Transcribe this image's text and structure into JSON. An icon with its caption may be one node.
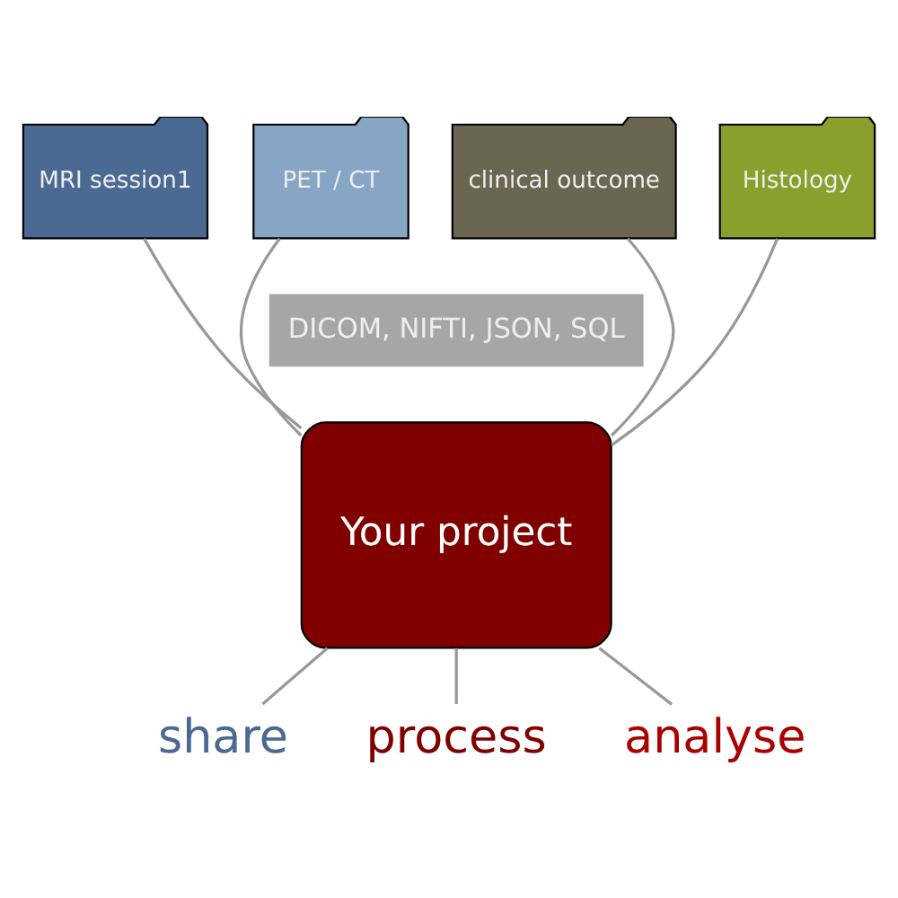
{
  "diagram": {
    "nodes": [
      {
        "text": [
          "MRI session1"
        ]
      },
      {
        "text": [
          "PET / CT"
        ]
      },
      {
        "text": [
          "clinical outcome"
        ]
      },
      {
        "text": [
          "Histology"
        ]
      },
      {
        "text": [
          "Your project"
        ]
      },
      {
        "text": [
          "share"
        ]
      },
      {
        "text": [
          "process"
        ]
      },
      {
        "text": [
          "analyse"
        ]
      }
    ],
    "edges": [
      {
        "from": 0,
        "to": 4,
        "arrow": "none"
      },
      {
        "from": 1,
        "to": 4,
        "arrow": "none"
      },
      {
        "from": 2,
        "to": 4,
        "arrow": "none"
      },
      {
        "from": 3,
        "to": 4,
        "arrow": "none"
      },
      {
        "from": 4,
        "to": 5,
        "arrow": "none"
      },
      {
        "from": 4,
        "to": 6,
        "arrow": "none"
      },
      {
        "from": 4,
        "to": 7,
        "arrow": "none"
      }
    ],
    "labels": [
      "DICOM, NIFTI, JSON, SQL"
    ]
  }
}
